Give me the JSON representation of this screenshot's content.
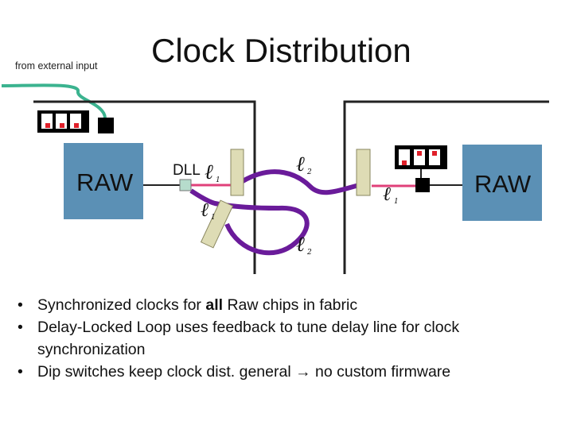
{
  "header": {
    "input_label": "from external input",
    "title": "Clock Distribution"
  },
  "diagram": {
    "left_block": "RAW",
    "right_block": "RAW",
    "dll_label": "DLL",
    "line_symbol": "ℓ",
    "subscript_1": "1",
    "subscript_2": "2",
    "colors": {
      "raw_block": "#5b90b5",
      "delay_line": "#6a1b9a",
      "clock_wire": "#e0407a",
      "input_cable": "#3bb38f",
      "switch_red": "#e0202a",
      "delay_element": "#dedcb5"
    }
  },
  "bullets": [
    {
      "before": "Synchronized clocks for ",
      "bold": "all",
      "after": " Raw chips in fabric"
    },
    {
      "line1": "Delay-Locked Loop uses feedback to tune delay line for clock",
      "line2": "synchronization"
    },
    {
      "before": "Dip switches keep clock dist. general",
      "arrow": "→",
      "after": "no custom firmware"
    }
  ]
}
